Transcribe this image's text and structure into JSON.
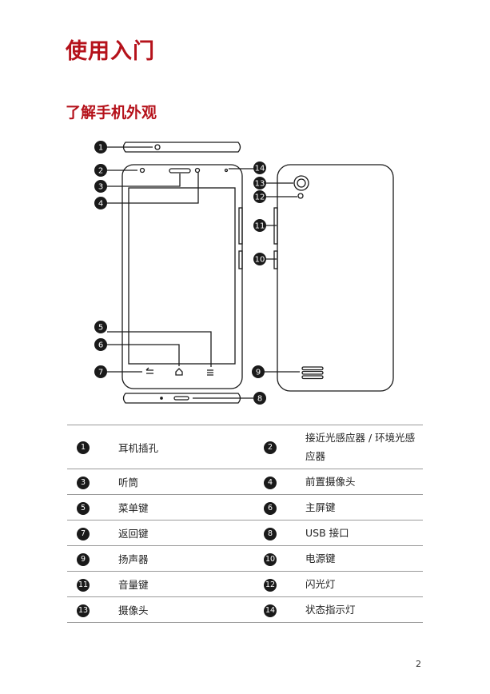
{
  "title": "使用入门",
  "subtitle": "了解手机外观",
  "callouts": [
    "1",
    "2",
    "3",
    "4",
    "5",
    "6",
    "7",
    "8",
    "9",
    "10",
    "11",
    "12",
    "13",
    "14"
  ],
  "legend": [
    [
      {
        "num": "1",
        "label": "耳机插孔"
      },
      {
        "num": "2",
        "label": "接近光感应器 / 环境光感应器"
      }
    ],
    [
      {
        "num": "3",
        "label": "听筒"
      },
      {
        "num": "4",
        "label": "前置摄像头"
      }
    ],
    [
      {
        "num": "5",
        "label": "菜单键"
      },
      {
        "num": "6",
        "label": "主屏键"
      }
    ],
    [
      {
        "num": "7",
        "label": "返回键"
      },
      {
        "num": "8",
        "label": "USB 接口"
      }
    ],
    [
      {
        "num": "9",
        "label": "扬声器"
      },
      {
        "num": "10",
        "label": "电源键"
      }
    ],
    [
      {
        "num": "11",
        "label": "音量键"
      },
      {
        "num": "12",
        "label": "闪光灯"
      }
    ],
    [
      {
        "num": "13",
        "label": "摄像头"
      },
      {
        "num": "14",
        "label": "状态指示灯"
      }
    ]
  ],
  "page_number": "2",
  "colors": {
    "heading": "#b5121b",
    "badge": "#1a1a1a"
  }
}
